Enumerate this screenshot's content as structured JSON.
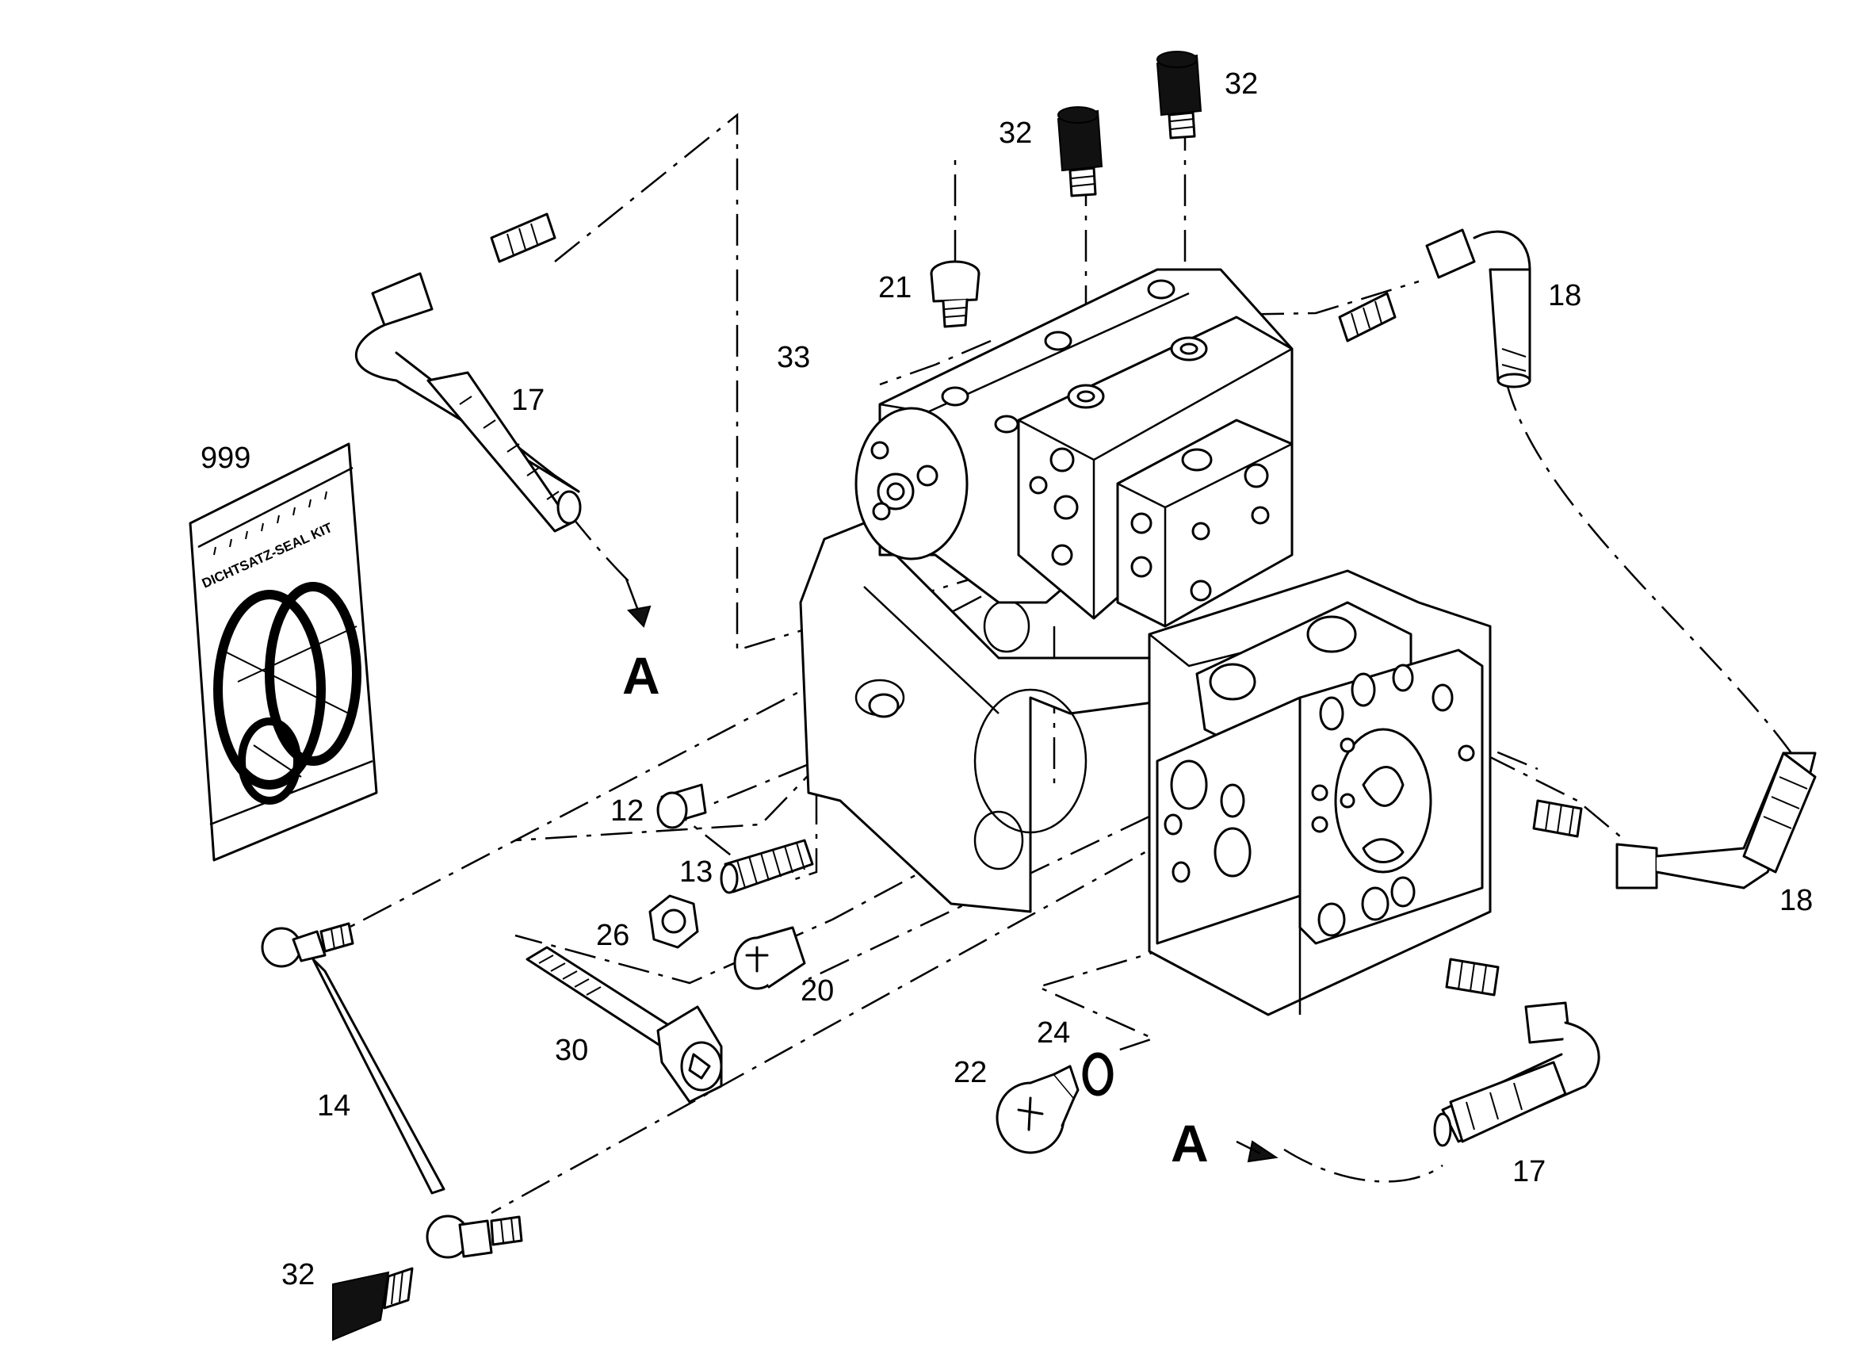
{
  "callouts": {
    "kit": "999",
    "hose_17_top": "17",
    "hose_17_bottom": "17",
    "hose_18_top": "18",
    "hose_18_bottom": "18",
    "plug_32_a": "32",
    "plug_32_b": "32",
    "plug_32_c": "32",
    "screw_21": "21",
    "item_33": "33",
    "plug_12": "12",
    "setscrew_13": "13",
    "nut_26": "26",
    "screw_20": "20",
    "bolt_30": "30",
    "line_14": "14",
    "plug_22": "22",
    "oring_24": "24"
  },
  "view_labels": {
    "a_top": "A",
    "a_bottom": "A"
  },
  "seal_kit": {
    "bag_text": "DICHTSATZ-SEAL KIT"
  }
}
